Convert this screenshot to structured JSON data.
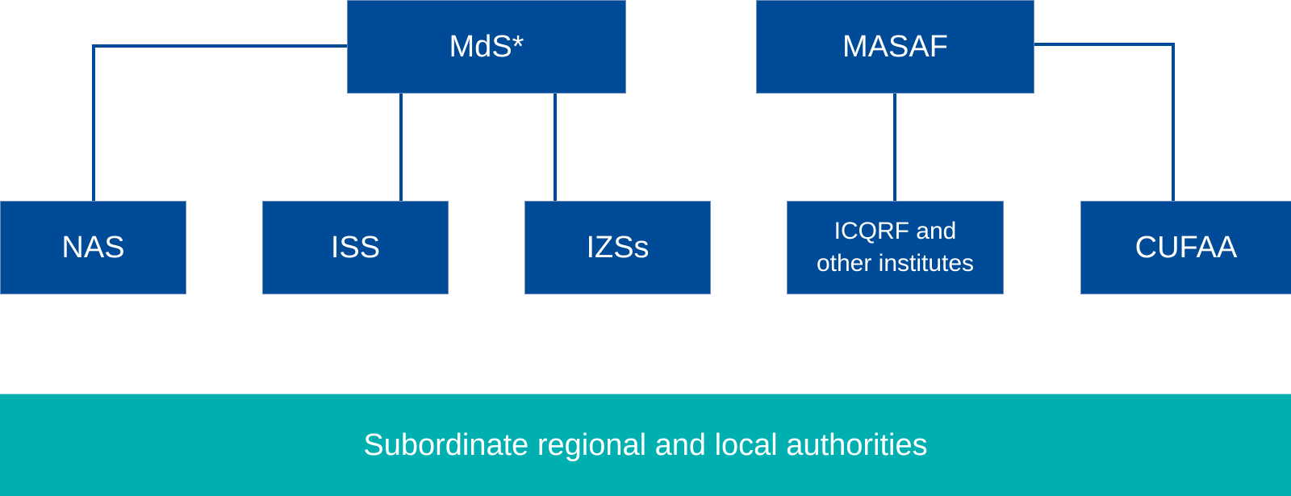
{
  "colors": {
    "box": "#004B97",
    "band": "#00AFAF",
    "text": "#FFFFFF"
  },
  "top_nodes": [
    {
      "id": "mds",
      "label": "MdS*"
    },
    {
      "id": "masaf",
      "label": "MASAF"
    }
  ],
  "child_nodes": [
    {
      "id": "nas",
      "label": "NAS",
      "parent": "mds"
    },
    {
      "id": "iss",
      "label": "ISS",
      "parent": "mds"
    },
    {
      "id": "izss",
      "label": "IZSs",
      "parent": "mds"
    },
    {
      "id": "icqrf",
      "label_line1": "ICQRF and",
      "label_line2": "other institutes",
      "parent": "masaf"
    },
    {
      "id": "cufaa",
      "label": "CUFAA",
      "parent": "masaf"
    }
  ],
  "bottom_band": {
    "label": "Subordinate regional and local authorities"
  }
}
